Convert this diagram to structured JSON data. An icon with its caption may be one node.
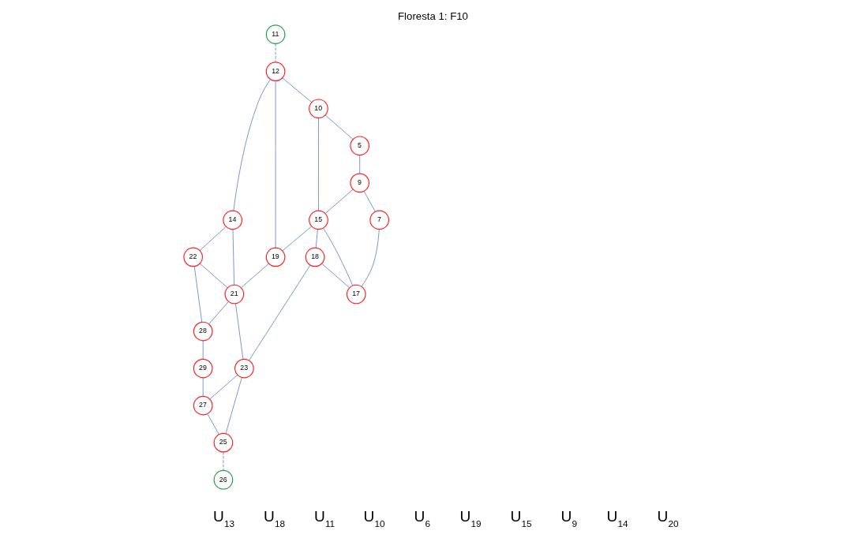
{
  "diagram": {
    "title": "Floresta 1: F10",
    "nodes": [
      {
        "text": [
          "11"
        ]
      },
      {
        "text": [
          "22"
        ]
      },
      {
        "text": [
          "14"
        ]
      },
      {
        "text": [
          "12"
        ]
      },
      {
        "text": [
          "28"
        ]
      },
      {
        "text": [
          "21"
        ]
      },
      {
        "text": [
          "10"
        ]
      },
      {
        "text": [
          "19"
        ]
      },
      {
        "text": [
          "5"
        ]
      },
      {
        "text": [
          "15"
        ]
      },
      {
        "text": [
          "29"
        ]
      },
      {
        "text": [
          "9"
        ]
      },
      {
        "text": [
          "23"
        ]
      },
      {
        "text": [
          "27"
        ]
      },
      {
        "text": [
          "18"
        ]
      },
      {
        "text": [
          "7"
        ]
      },
      {
        "text": [
          "17"
        ]
      },
      {
        "text": [
          "25"
        ]
      },
      {
        "text": [
          "26"
        ]
      }
    ],
    "edges": [
      {
        "from": 0,
        "to": 3,
        "arrow": "none",
        "style": "dashed"
      },
      {
        "from": 3,
        "to": 2,
        "arrow": "none"
      },
      {
        "from": 2,
        "to": 1,
        "arrow": "none"
      },
      {
        "from": 2,
        "to": 5,
        "arrow": "none"
      },
      {
        "from": 1,
        "to": 5,
        "arrow": "none"
      },
      {
        "from": 1,
        "to": 4,
        "arrow": "none"
      },
      {
        "from": 5,
        "to": 4,
        "arrow": "none"
      },
      {
        "from": 3,
        "to": 6,
        "arrow": "none"
      },
      {
        "from": 3,
        "to": 7,
        "arrow": "none"
      },
      {
        "from": 7,
        "to": 5,
        "arrow": "none"
      },
      {
        "from": 6,
        "to": 9,
        "arrow": "none"
      },
      {
        "from": 6,
        "to": 8,
        "arrow": "none"
      },
      {
        "from": 8,
        "to": 11,
        "arrow": "none"
      },
      {
        "from": 11,
        "to": 9,
        "arrow": "none"
      },
      {
        "from": 9,
        "to": 7,
        "arrow": "none"
      },
      {
        "from": 11,
        "to": 15,
        "arrow": "none"
      },
      {
        "from": 15,
        "to": 16,
        "arrow": "none"
      },
      {
        "from": 9,
        "to": 16,
        "arrow": "none"
      },
      {
        "from": 9,
        "to": 14,
        "arrow": "none"
      },
      {
        "from": 14,
        "to": 16,
        "arrow": "none"
      },
      {
        "from": 14,
        "to": 12,
        "arrow": "none"
      },
      {
        "from": 5,
        "to": 12,
        "arrow": "none"
      },
      {
        "from": 12,
        "to": 13,
        "arrow": "none"
      },
      {
        "from": 12,
        "to": 17,
        "arrow": "none"
      },
      {
        "from": 4,
        "to": 10,
        "arrow": "none"
      },
      {
        "from": 10,
        "to": 13,
        "arrow": "none"
      },
      {
        "from": 13,
        "to": 17,
        "arrow": "none"
      },
      {
        "from": 17,
        "to": 18,
        "arrow": "none",
        "style": "dashed"
      }
    ],
    "labels": [
      "U$_{13}$",
      "U$_{18}$",
      "U$_{11}$",
      "U$_{10}$",
      "U$_{6}$",
      "U$_{19}$",
      "U$_{15}$",
      "U$_{9}$",
      "U$_{14}$",
      "U$_{20}$"
    ]
  }
}
